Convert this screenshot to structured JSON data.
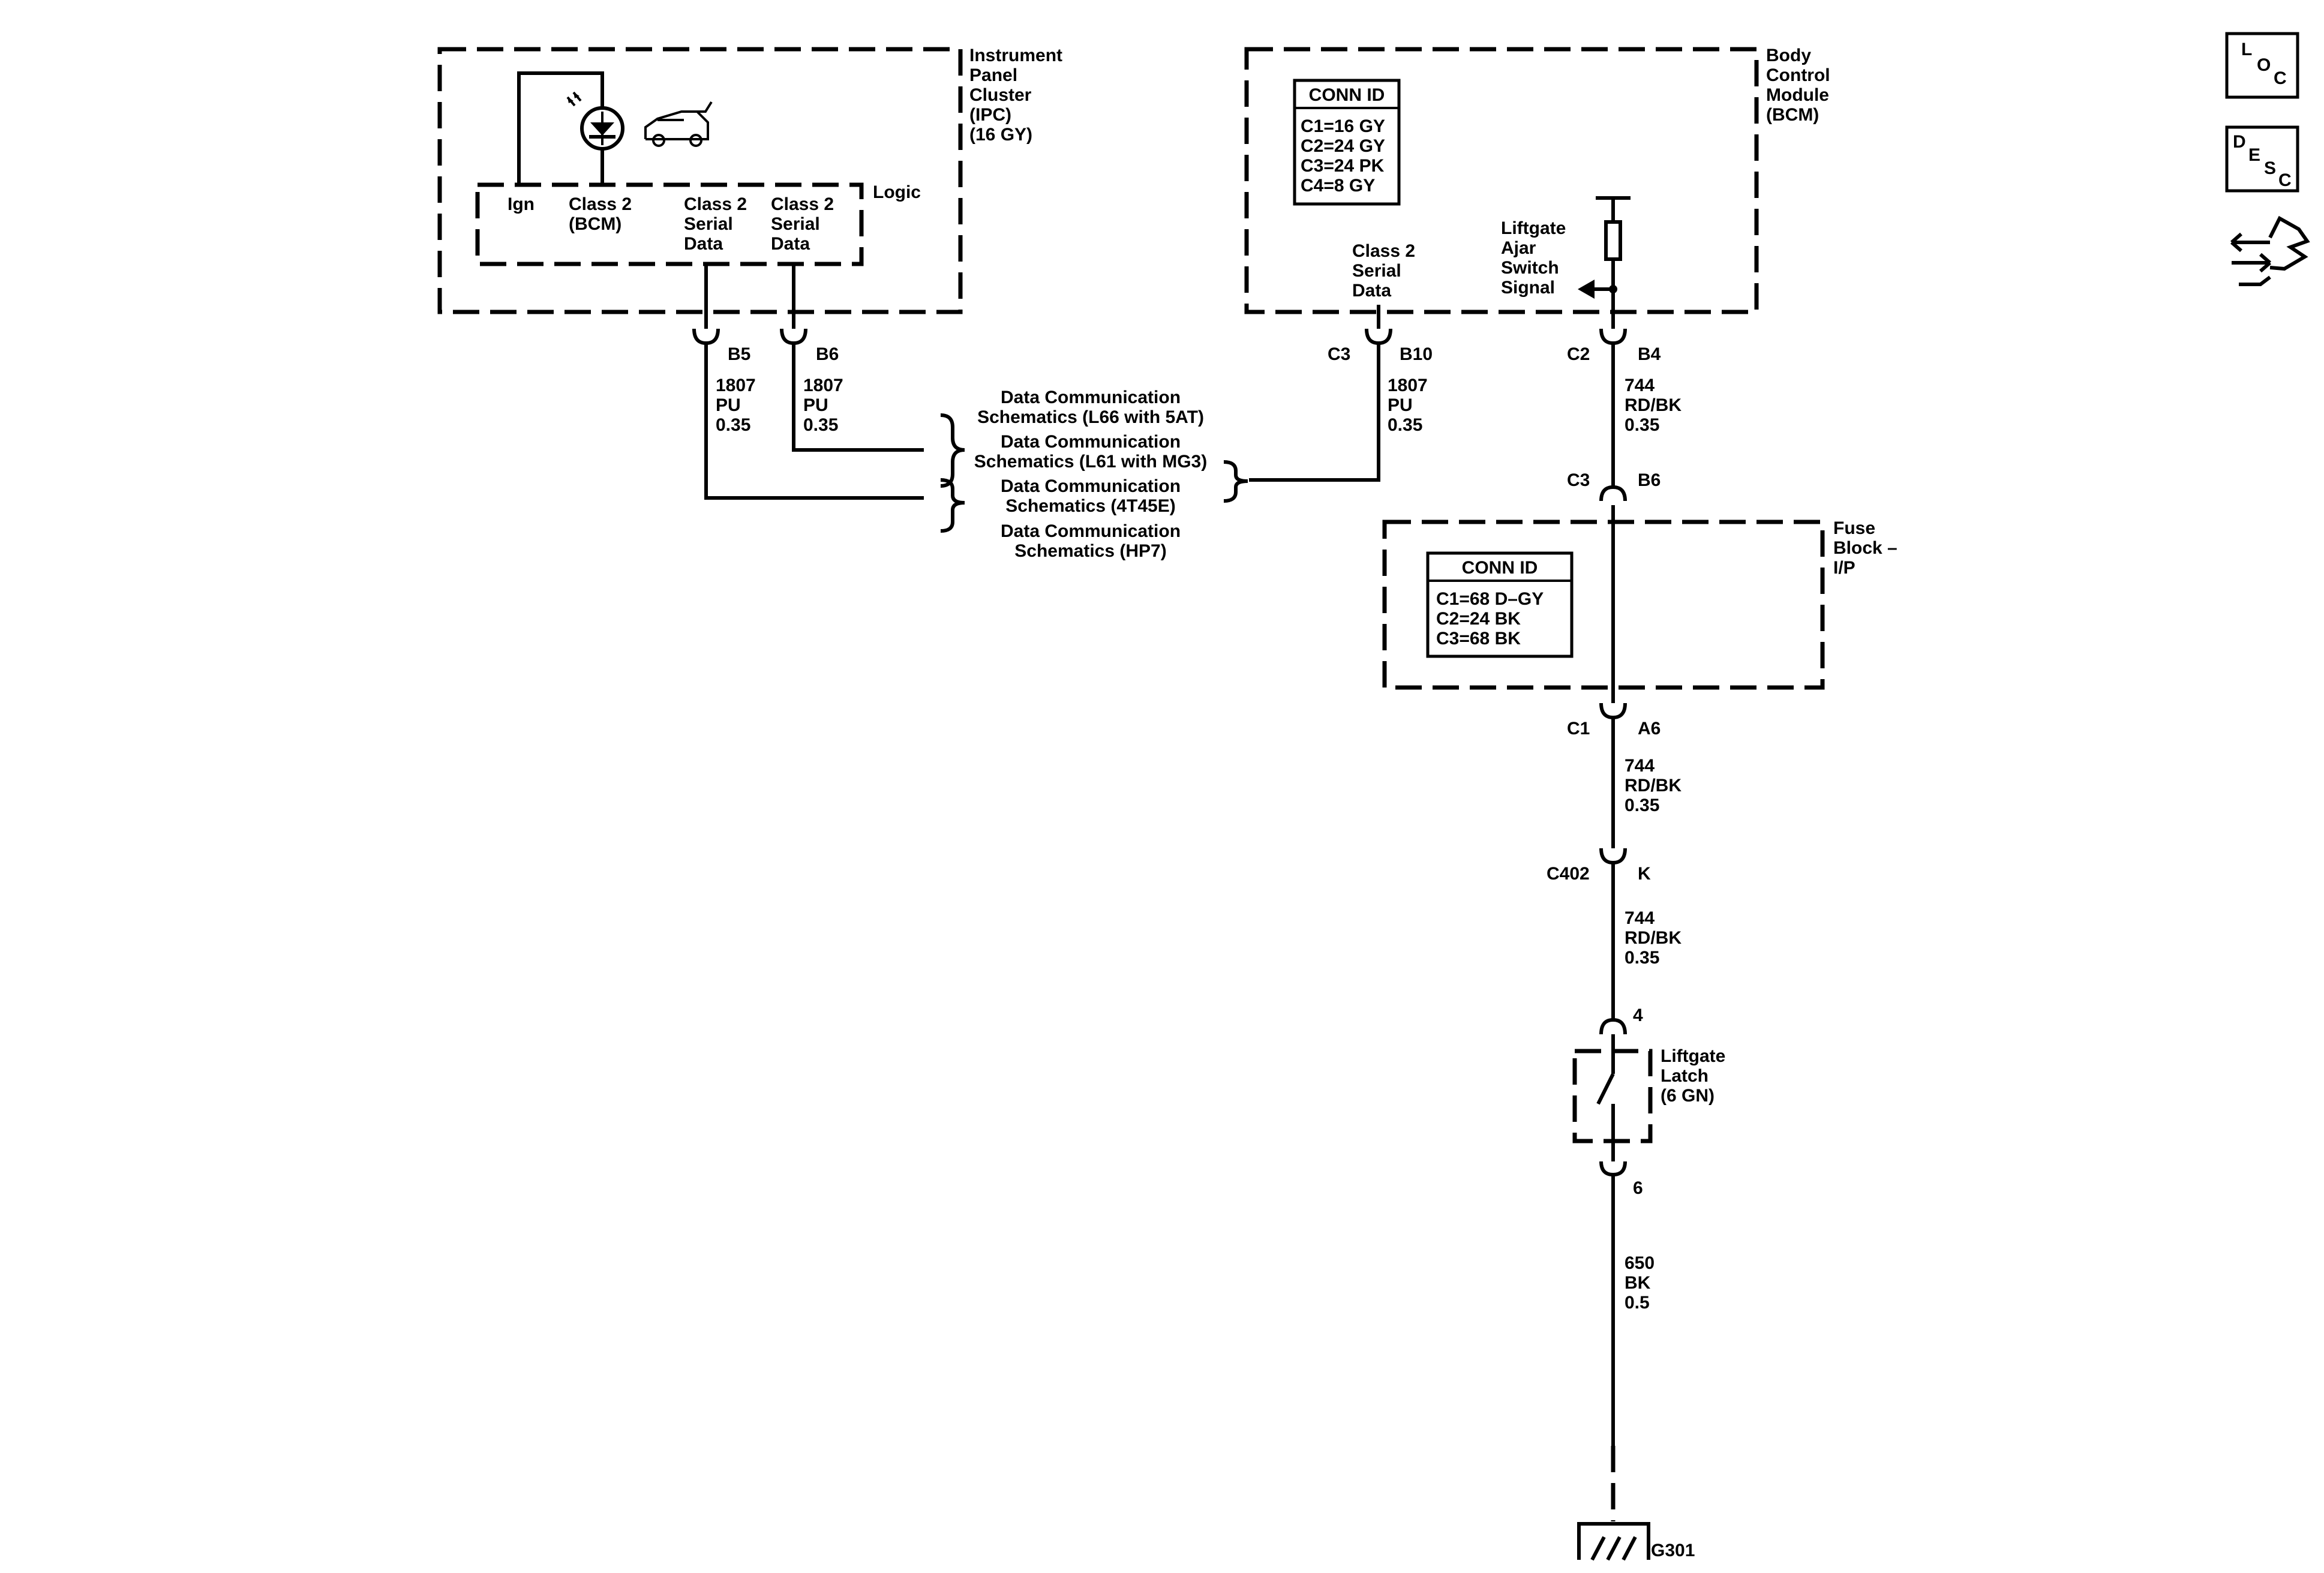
{
  "ipc": {
    "name": [
      "Instrument",
      "Panel",
      "Cluster",
      "(IPC)",
      "(16 GY)"
    ],
    "logic_label": "Logic",
    "pins": {
      "ign": "Ign",
      "class2_bcm": [
        "Class 2",
        "(BCM)"
      ],
      "serial1": [
        "Class 2",
        "Serial",
        "Data"
      ],
      "serial2": [
        "Class 2",
        "Serial",
        "Data"
      ]
    }
  },
  "bcm": {
    "name": [
      "Body",
      "Control",
      "Module",
      "(BCM)"
    ],
    "conn_title": "CONN ID",
    "conn_list": [
      "C1=16 GY",
      "C2=24 GY",
      "C3=24 PK",
      "C4=8 GY"
    ],
    "class2": [
      "Class 2",
      "Serial",
      "Data"
    ],
    "liftgate_signal": [
      "Liftgate",
      "Ajar",
      "Switch",
      "Signal"
    ]
  },
  "fuse_block": {
    "name": [
      "Fuse",
      "Block –",
      "I/P"
    ],
    "conn_title": "CONN ID",
    "conn_list": [
      "C1=68 D–GY",
      "C2=24 BK",
      "C3=68 BK"
    ]
  },
  "connectors": {
    "ipc_b5": "B5",
    "ipc_b6": "B6",
    "bcm_c3": "C3",
    "bcm_b10": "B10",
    "bcm_c2": "C2",
    "bcm_b4": "B4",
    "fb_c3": "C3",
    "fb_b6": "B6",
    "fb_c1": "C1",
    "fb_a6": "A6",
    "c402": "C402",
    "c402_pin": "K",
    "latch_pin4": "4",
    "latch_pin6": "6"
  },
  "wires": {
    "w1": [
      "1807",
      "PU",
      "0.35"
    ],
    "w2": [
      "1807",
      "PU",
      "0.35"
    ],
    "w3": [
      "1807",
      "PU",
      "0.35"
    ],
    "w4": [
      "744",
      "RD/BK",
      "0.35"
    ],
    "w5": [
      "744",
      "RD/BK",
      "0.35"
    ],
    "w6": [
      "744",
      "RD/BK",
      "0.35"
    ],
    "w7": [
      "650",
      "BK",
      "0.5"
    ]
  },
  "data_comm_refs": [
    [
      "Data Communication",
      "Schematics (L66 with 5AT)"
    ],
    [
      "Data Communication",
      "Schematics (L61 with MG3)"
    ],
    [
      "Data Communication",
      "Schematics (4T45E)"
    ],
    [
      "Data Communication",
      "Schematics (HP7)"
    ]
  ],
  "liftgate_latch": [
    "Liftgate",
    "Latch",
    "(6 GN)"
  ],
  "ground": "G301",
  "nav": {
    "loc": [
      "L",
      "O",
      "C"
    ],
    "desc": [
      "D",
      "E",
      "S",
      "C"
    ],
    "nav_icon": "connector-navigation-icon"
  }
}
